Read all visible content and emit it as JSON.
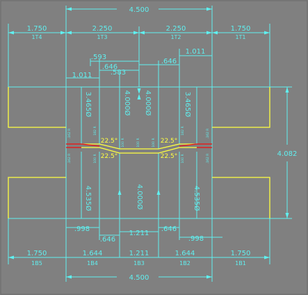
{
  "colors": {
    "background": "#808080",
    "dimension": "#5ff0f0",
    "outline": "#ffff40",
    "trace": "#e02020"
  },
  "top": {
    "overall": "4.500",
    "segments": [
      {
        "value": "1.750",
        "tag": "1T4"
      },
      {
        "value": "2.250",
        "tag": "1T3"
      },
      {
        "value": "2.250",
        "tag": "1T2"
      },
      {
        "value": "1.750",
        "tag": "1T1"
      }
    ],
    "d593": ".593",
    "d646a": ".646",
    "d583": ".583",
    "d646b": ".646",
    "d1011a": "1.011",
    "d1011b": "1.011"
  },
  "upper_vertical": {
    "left_outer": "3.465Ø",
    "left_inner": "4.000Ø",
    "right_inner": "4.000Ø",
    "right_outer": "3.465Ø"
  },
  "lower_vertical": {
    "left": "4.535Ø",
    "center": "4.000Ø",
    "right": "4.535Ø"
  },
  "side_height": "4.082",
  "angles": {
    "left_top": "22.5°",
    "left_bottom": "22.5°",
    "right_top": "22.5°",
    "right_bottom": "22.5°"
  },
  "small_labels": {
    "left_outer_top": ".162 R",
    "left_outer_bottom": ".162 R",
    "left_inner_top": "182 R",
    "left_inner_bottom": "100 R",
    "center_left_top": "100 R",
    "center_mid": "100 R",
    "center_right_top": "100 R",
    "right_inner_top": "182 R",
    "right_inner_bottom": "100 R",
    "right_outer_top": ".162 R",
    "right_outer_bottom": ".162 R"
  },
  "bottom": {
    "d998a": ".998",
    "d646a": ".646",
    "d1211": "1.211",
    "d646b": ".646",
    "d998b": ".998",
    "segments": [
      {
        "value": "1.750",
        "tag": "1B5"
      },
      {
        "value": "1.644",
        "tag": "1B4"
      },
      {
        "value": "1.211",
        "tag": "1B3"
      },
      {
        "value": "1.644",
        "tag": "1B2"
      },
      {
        "value": "1.750",
        "tag": "1B1"
      }
    ],
    "overall": "4.500"
  }
}
